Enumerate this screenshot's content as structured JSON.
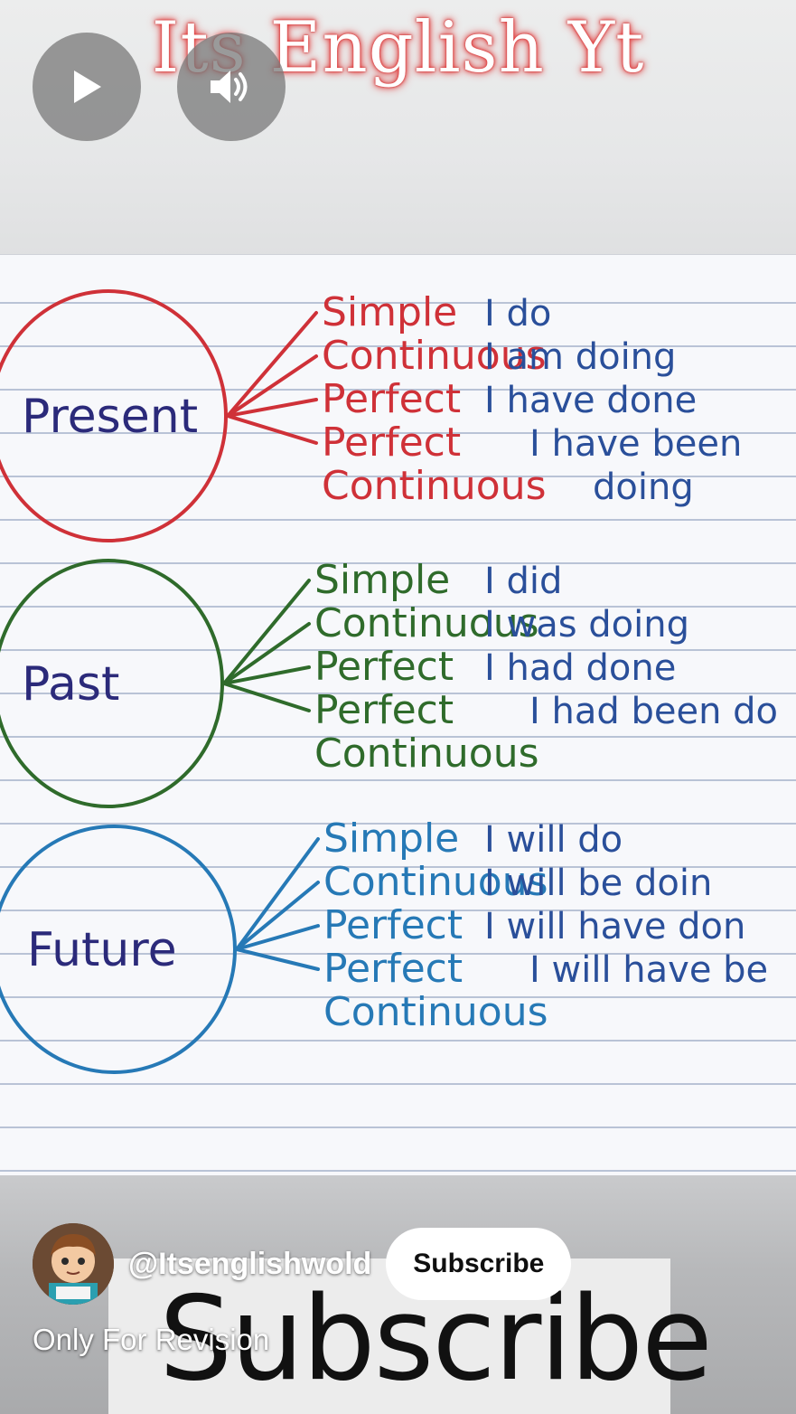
{
  "video": {
    "watermark_title": "Its English Yt",
    "controls": {
      "play_icon": "play-icon",
      "volume_icon": "volume-icon"
    }
  },
  "notebook": {
    "groups": [
      {
        "name": "Present",
        "color": "#cf3138",
        "text_color": "#2b2a7a",
        "rows": [
          {
            "form": "Simple",
            "example": "I do"
          },
          {
            "form": "Continuous",
            "example": "I am doing"
          },
          {
            "form": "Perfect",
            "example": "I have done"
          },
          {
            "form": "Perfect",
            "example": "I have been"
          },
          {
            "form": "Continuous",
            "example": "doing"
          }
        ]
      },
      {
        "name": "Past",
        "color": "#2f6b2b",
        "text_color": "#2b2a7a",
        "rows": [
          {
            "form": "Simple",
            "example": "I did"
          },
          {
            "form": "Continuous",
            "example": "I was doing"
          },
          {
            "form": "Perfect",
            "example": "I had done"
          },
          {
            "form": "Perfect",
            "example": "I had been do"
          },
          {
            "form": "Continuous",
            "example": ""
          }
        ]
      },
      {
        "name": "Future",
        "color": "#2679b6",
        "text_color": "#2b2a7a",
        "rows": [
          {
            "form": "Simple",
            "example": "I will do"
          },
          {
            "form": "Continuous",
            "example": "I will be doin"
          },
          {
            "form": "Perfect",
            "example": "I will have don"
          },
          {
            "form": "Perfect",
            "example": "I will have be"
          },
          {
            "form": "Continuous",
            "example": ""
          }
        ]
      }
    ],
    "example_color": "#2a4f9a"
  },
  "overlay": {
    "subscribe_watermark": "Subscribe",
    "channel_handle": "@Itsenglishwold",
    "subscribe_button": "Subscribe",
    "caption": "Only For Revision",
    "avatar_icon": "channel-avatar"
  }
}
